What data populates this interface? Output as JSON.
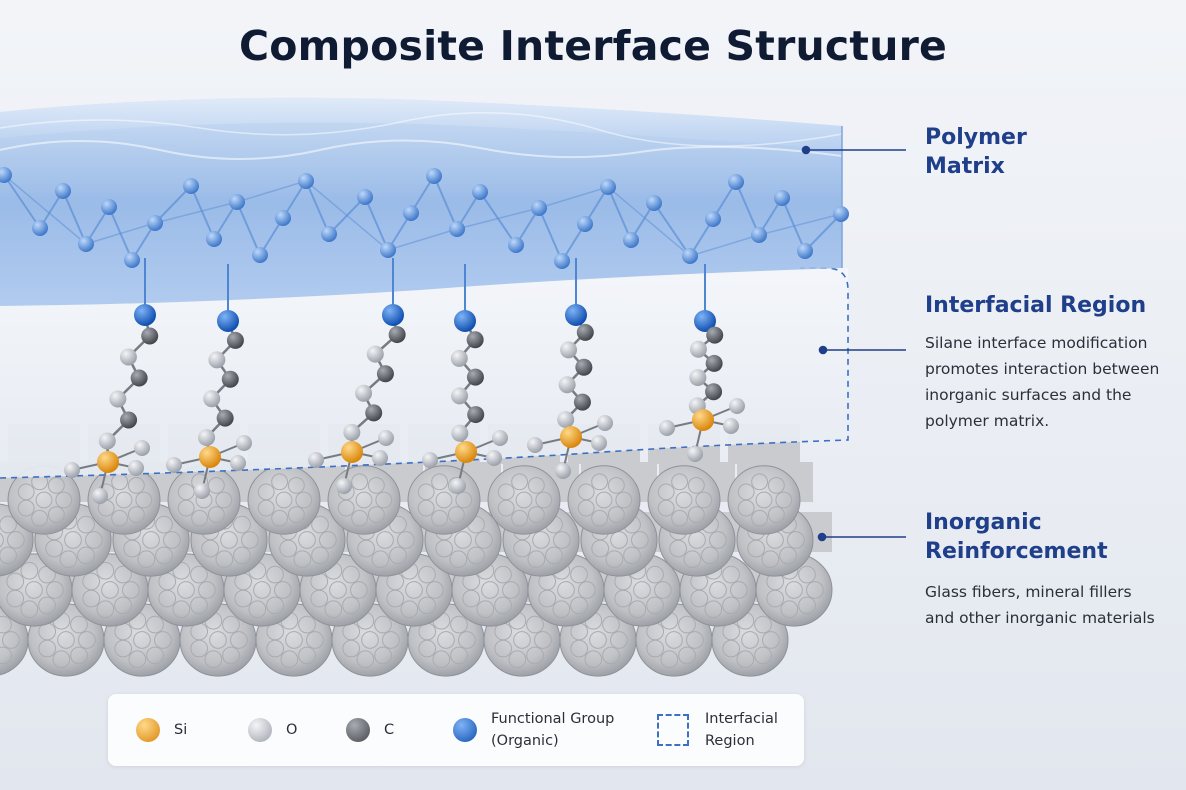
{
  "title": "Composite Interface Structure",
  "labels": {
    "polymer": {
      "title_line1": "Polymer",
      "title_line2": "Matrix"
    },
    "interfacial": {
      "title": "Interfacial Region",
      "desc_lines": [
        "Silane interface modification",
        "promotes interaction between",
        "inorganic surfaces and the",
        "polymer matrix."
      ]
    },
    "inorganic": {
      "title_line1": "Inorganic",
      "title_line2": "Reinforcement",
      "desc_lines": [
        "Glass fibers, mineral fillers",
        "and other inorganic materials"
      ]
    }
  },
  "legend": {
    "si": "Si",
    "o": "O",
    "c": "C",
    "functional_line1": "Functional Group",
    "functional_line2": "(Organic)",
    "interfacial_line1": "Interfacial",
    "interfacial_line2": "Region"
  },
  "colors": {
    "si": "#e59a1c",
    "o": "#b4b9c2",
    "c": "#5d6168",
    "functional": "#1f63c9",
    "label": "#1f3f8a",
    "dashed": "#3d6fc4"
  }
}
